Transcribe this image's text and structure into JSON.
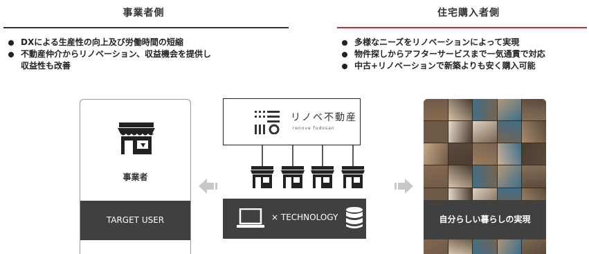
{
  "left": {
    "title": "事業者側",
    "rule_color": "#333333",
    "bullets": [
      "DXによる生産性の向上及び労働時間の短縮",
      "不動産仲介からリノベーション、収益機会を提供し",
      "収益性も改善"
    ]
  },
  "right": {
    "title": "住宅購入者側",
    "rule_color": "#d9252c",
    "bullets": [
      "多様なニーズをリノベーションによって実現",
      "物件探しからアフターサービスまで一気通貫で対応",
      "中古+リノベーションで新築よりも安く購入可能"
    ]
  },
  "business_card": {
    "icon": "storefront-icon",
    "label": "事業者",
    "band": "TARGET USER"
  },
  "brand": {
    "name": "リノベ不動産",
    "sub": "renove fudosan",
    "icon": "renove-logo-icon"
  },
  "connectors": {
    "shop_count": 4,
    "icon": "small-storefront-icon"
  },
  "tech": {
    "label": "× TECHNOLOGY",
    "left_icon": "laptop-icon",
    "right_icon": "database-icon"
  },
  "photo_card": {
    "band": "自分らしい暮らしの実現",
    "content": "interior-photo-collage"
  },
  "arrows": {
    "color": "#c8c8c8",
    "icon": "arrow-icon"
  }
}
